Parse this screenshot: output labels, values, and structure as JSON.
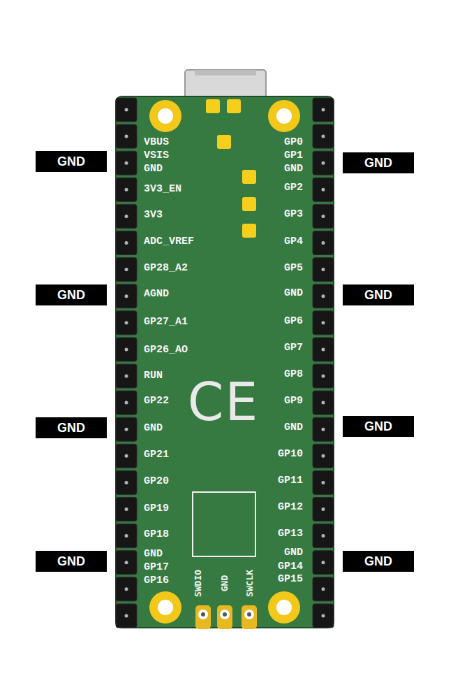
{
  "diagram": {
    "nodes": [
      {
        "text": [
          "GND"
        ]
      },
      {
        "text": [
          "GND"
        ]
      },
      {
        "text": [
          "GND"
        ]
      },
      {
        "text": [
          "GND"
        ]
      },
      {
        "text": [
          "GND"
        ]
      },
      {
        "text": [
          "GND"
        ]
      },
      {
        "text": [
          "GND"
        ]
      },
      {
        "text": [
          "GND"
        ]
      }
    ],
    "labels": [
      "VBUS",
      "VSIS",
      "GND",
      "3V3_EN",
      "3V3",
      "ADC_VREF",
      "GP28_A2",
      "AGND",
      "GP27_A1",
      "GP26_AO",
      "RUN",
      "GP22",
      "GND",
      "GP21",
      "GP20",
      "GP19",
      "GP18",
      "GND",
      "GP17",
      "GP16",
      "GP0",
      "GP1",
      "GND",
      "GP2",
      "GP3",
      "GP4",
      "GP5",
      "GND",
      "GP6",
      "GP7",
      "GP8",
      "GP9",
      "GND",
      "GP10",
      "GP11",
      "GP12",
      "GP13",
      "GND",
      "GP14",
      "GP15",
      "SWDIO",
      "GND",
      "SWCLK",
      "CE"
    ]
  }
}
